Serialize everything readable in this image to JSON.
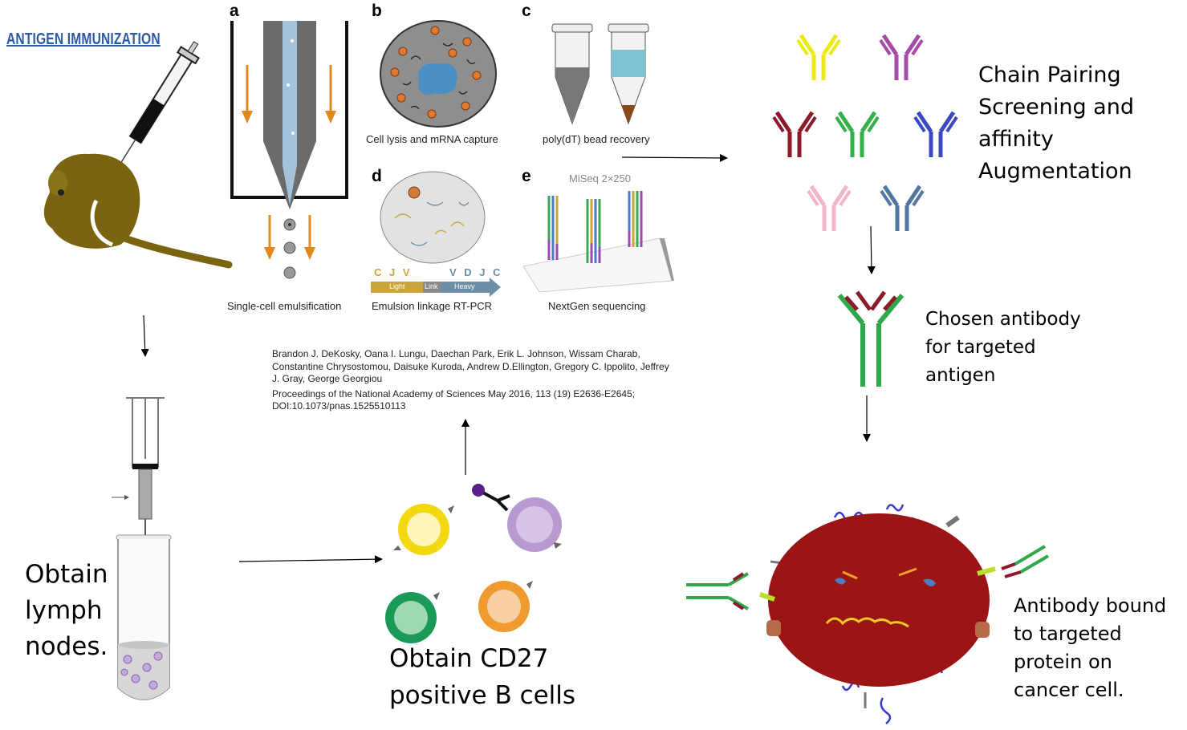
{
  "immunization": {
    "title": "ANTIGEN IMMUNIZATION"
  },
  "panels": {
    "a": {
      "letter": "a",
      "caption": "Single-cell emulsification"
    },
    "b": {
      "letter": "b",
      "caption": "Cell lysis and mRNA capture"
    },
    "c": {
      "letter": "c",
      "caption": "poly(dT) bead recovery"
    },
    "d": {
      "letter": "d",
      "caption": "Emulsion linkage RT-PCR",
      "left_genes": "C J V",
      "right_genes": "V D J C",
      "bar_light": "Light",
      "bar_link": "Link",
      "bar_heavy": "Heavy"
    },
    "e": {
      "letter": "e",
      "caption": "NextGen sequencing",
      "platform": "MiSeq 2×250"
    }
  },
  "citation": {
    "authors": "Brandon J. DeKosky, Oana I. Lungu, Daechan Park, Erik L. Johnson, Wissam Charab, Constantine Chrysostomou, Daisuke Kuroda, Andrew D.Ellington, Gregory C. Ippolito, Jeffrey J. Gray, George Georgiou",
    "journal": "Proceedings of the National Academy of Sciences May 2016, 113 (19) E2636-E2645; DOI:10.1073/pnas.1525510113"
  },
  "steps": {
    "lymph": [
      "Obtain",
      "lymph",
      "nodes."
    ],
    "bcells": [
      "Obtain CD27",
      "positive B cells"
    ],
    "pairing": [
      "Chain Pairing",
      "Screening and",
      "affinity",
      "Augmentation"
    ],
    "chosen": [
      "Chosen antibody",
      "for targeted",
      "antigen"
    ],
    "bound": [
      "Antibody bound",
      "to targeted",
      "protein on",
      "cancer cell."
    ]
  },
  "colors": {
    "immunization_title": "#2b5aa6",
    "mouse": "#7a6410",
    "orange_arrow": "#e08a1e",
    "cancer_cell": "#9b1515",
    "antibodies": [
      "#ecea16",
      "#a64ca8",
      "#8b1a2a",
      "#33b04a",
      "#3a49c0",
      "#f3b5c8",
      "#4f77a0"
    ],
    "b_cells": [
      "#f1d80f",
      "#b99ad0",
      "#1a9a56",
      "#ef9a2f"
    ]
  }
}
